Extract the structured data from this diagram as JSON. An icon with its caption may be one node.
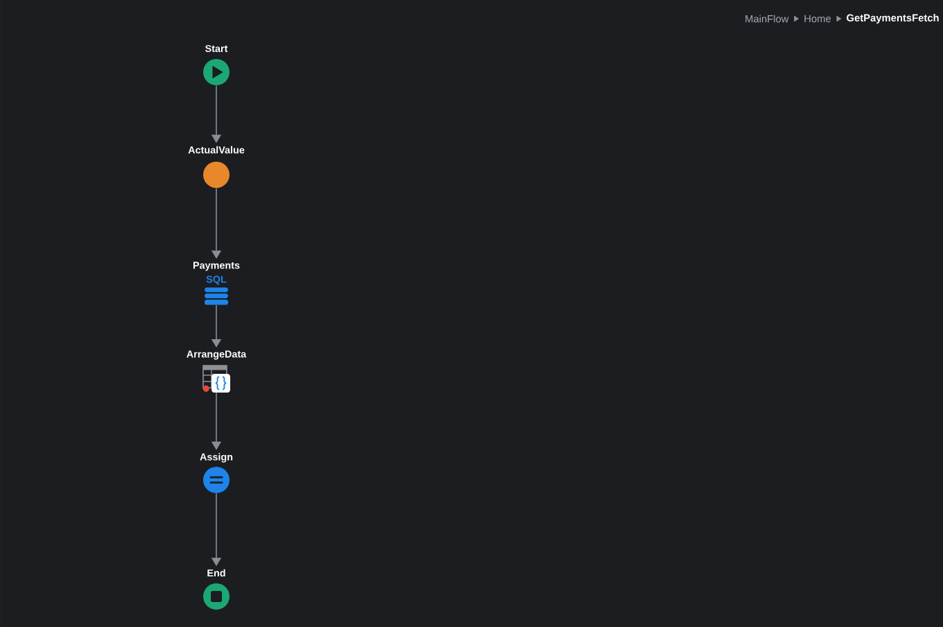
{
  "diagram": {
    "nodes": [
      {
        "text": [
          "Start"
        ]
      },
      {
        "text": [
          "ActualValue"
        ]
      },
      {
        "text": [
          "Payments",
          "SQL"
        ]
      },
      {
        "text": [
          "ArrangeData"
        ]
      },
      {
        "text": [
          "Assign"
        ]
      },
      {
        "text": [
          "End"
        ]
      }
    ],
    "edges": [
      {
        "from": 0,
        "to": 1,
        "arrow": "to"
      },
      {
        "from": 1,
        "to": 2,
        "arrow": "to"
      },
      {
        "from": 2,
        "to": 3,
        "arrow": "to"
      },
      {
        "from": 3,
        "to": 4,
        "arrow": "to"
      },
      {
        "from": 4,
        "to": 5,
        "arrow": "to"
      }
    ],
    "labels": [
      "MainFlow",
      "Home",
      "GetPaymentsFetch"
    ]
  }
}
